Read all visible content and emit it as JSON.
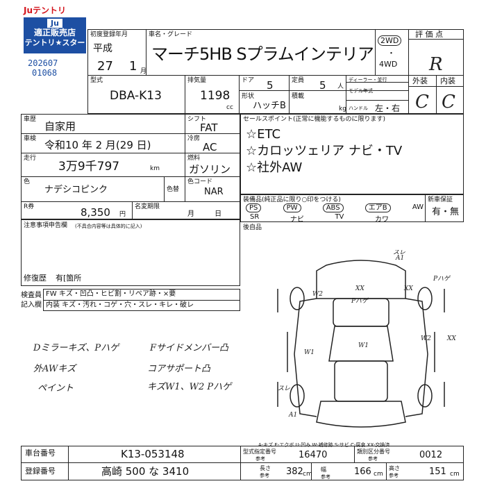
{
  "brand": {
    "logo_text": "Juテントリ",
    "badge_line1": "Ju",
    "badge_line2": "適正販売店",
    "badge_line3": "テントリ★スター",
    "brand_color": "#d4141c",
    "badge_color": "#1d4fa3"
  },
  "ids": {
    "line1": "202607",
    "line2": "01068"
  },
  "header": {
    "first_reg_label": "初度登録年月",
    "era": "平成",
    "year": "27",
    "month": "1",
    "month_unit": "月",
    "model_label": "車名・グレード",
    "model_name": "マーチ5HB Sプラムインテリア",
    "drive_2wd": "2WD",
    "drive_dot": "・",
    "drive_4wd": "4WD",
    "rating_label": "評 価 点",
    "rating_value": "R",
    "exterior_label": "外装",
    "interior_label": "内装",
    "exterior_value": "C",
    "interior_value": "C"
  },
  "specs": {
    "type_label": "型式",
    "type_value": "DBA-K13",
    "displacement_label": "排気量",
    "displacement_value": "1198",
    "displacement_unit": "cc",
    "doors_label": "ドア",
    "doors_value": "5",
    "capacity_label": "定員",
    "capacity_value": "5",
    "capacity_unit": "人",
    "shape_label": "形状",
    "shape_value": "ハッチB",
    "load_label": "積載",
    "load_unit": "kg",
    "dealer_label": "ディーラー・並行",
    "model_year_label": "モデル年式",
    "handle_label": "ハンドル",
    "handle_value": "左・右"
  },
  "mid": {
    "usage_label": "車歴",
    "usage_value": "自家用",
    "inspection_label": "車検",
    "inspection_value": "令和10 年 2 月(29 日)",
    "mileage_label": "走行",
    "mileage_value": "3万9千797",
    "mileage_unit": "km",
    "shift_label": "シフト",
    "shift_value": "FAT",
    "ac_label": "冷房",
    "ac_value": "AC",
    "fuel_label": "燃料",
    "fuel_value": "ガソリン",
    "color_label": "色",
    "color_value": "ナデシコピンク",
    "color_change_label": "色替",
    "color_code_label": "色コード",
    "color_code_value": "NAR",
    "r_ticket_label": "R券",
    "r_ticket_value": "8,350",
    "r_ticket_unit": "円",
    "deadline_label": "名変期限",
    "deadline_unit": "月 日"
  },
  "sales_points": {
    "label": "セールスポイント(正常に機能するものに限ります)",
    "items": [
      "☆ETC",
      "☆カロッツェリア ナビ・TV",
      "☆社外AW"
    ]
  },
  "equipment": {
    "label": "装備品(純正品に限り○印をつける)",
    "row1": [
      "PS",
      "PW",
      "ABS",
      "エアB",
      "AW"
    ],
    "row2": [
      "SR",
      "ナビ",
      "TV",
      "カワ"
    ],
    "new_car_label": "新車保証",
    "new_car_value": "有・無"
  },
  "seats_label": "後自品",
  "notes": {
    "label": "注意事項申告欄",
    "note_small": "(不具合内容等は具体的に記入)",
    "repair_label": "修復歴",
    "repair_value": "有[箇所"
  },
  "inspector": {
    "label1": "検査員",
    "label2": "記入欄",
    "line1": "FW キズ・凹凸・ヒビ割・リペア跡・×要",
    "line2": "内装 キズ・汚れ・コゲ・穴・スレ・キレ・破レ"
  },
  "handwritten": {
    "left": [
      "Dミラーキズ、Pハゲ",
      "外AWキズ",
      "ペイント"
    ],
    "right": [
      "Fサイドメンバー凸",
      "コアサポート凸",
      "キズW1、W2 Pハゲ"
    ],
    "diagram": [
      "スレ",
      "Pハゲ",
      "W2",
      "XX",
      "XX",
      "Pハゲ",
      "W1",
      "W2",
      "W1",
      "XX",
      "スレ",
      "A1",
      "A1"
    ]
  },
  "legend": "A-キズ E-エクボ U-凹み W-補修跡 S-サビ C-腐食 XX-交換済",
  "bottom": {
    "chassis_label": "車台番号",
    "chassis_value": "K13-053148",
    "plate_label": "登録番号",
    "plate_value": "高崎 500 な 3410",
    "type_cert_label": "型式指定番号",
    "type_cert_value": "16470",
    "category_label": "類別区分番号",
    "category_value": "0012",
    "length_label": "長さ",
    "length_value": "382",
    "length_unit": "cm",
    "width_label": "幅",
    "width_value": "166",
    "width_unit": "cm",
    "height_label": "高さ",
    "height_value": "151",
    "height_unit": "cm",
    "ref_label": "参考"
  }
}
